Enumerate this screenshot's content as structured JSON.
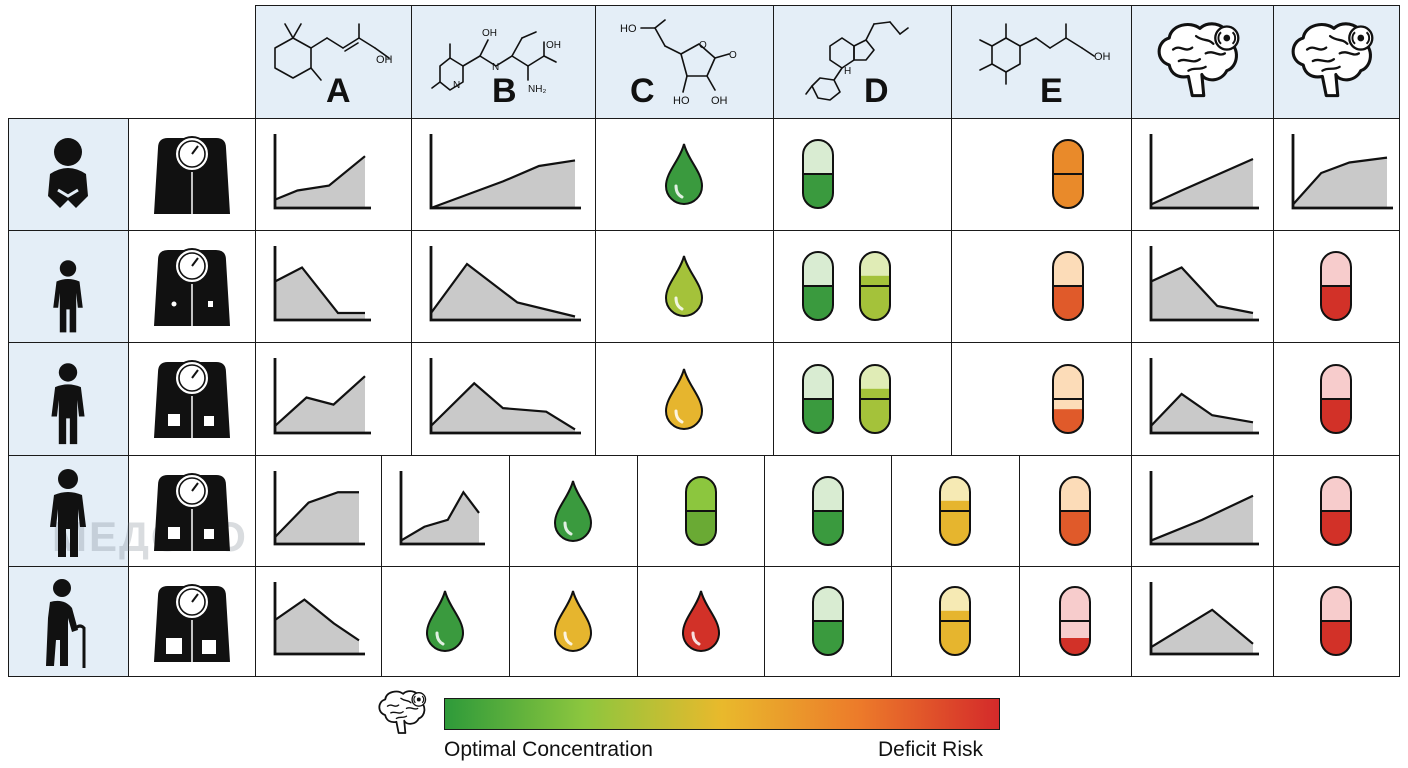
{
  "columns": [
    {
      "key": "A",
      "label": "A",
      "molecule": "retinol-structure",
      "atoms": [
        "OH"
      ]
    },
    {
      "key": "B",
      "label": "B",
      "molecule": "vitamin-b-structure",
      "atoms": [
        "OH",
        "N",
        "OH",
        "N",
        "NH₂"
      ]
    },
    {
      "key": "C",
      "label": "C",
      "molecule": "ascorbic-acid-structure",
      "atoms": [
        "HO",
        "O",
        "O",
        "HO",
        "OH"
      ]
    },
    {
      "key": "D",
      "label": "D",
      "molecule": "vitamin-d-structure",
      "atoms": [
        "H"
      ]
    },
    {
      "key": "E",
      "label": "E",
      "molecule": "vitamin-e-structure",
      "atoms": [
        "OH"
      ]
    },
    {
      "key": "brain1",
      "label": "",
      "molecule": "brain-icon"
    },
    {
      "key": "brain2",
      "label": "",
      "molecule": "brain-icon"
    }
  ],
  "rows": [
    {
      "age": "infant-icon",
      "weight": "scale-icon"
    },
    {
      "age": "child-icon",
      "weight": "scale-small-weights-icon"
    },
    {
      "age": "teen-icon",
      "weight": "scale-weights-icon"
    },
    {
      "age": "adult-icon",
      "weight": "scale-weights-icon"
    },
    {
      "age": "elderly-icon",
      "weight": "scale-heavy-weights-icon"
    }
  ],
  "legend": {
    "icon": "brain-icon",
    "left_label": "Optimal Concentration",
    "right_label": "Deficit Risk",
    "gradient": [
      "#2e9a3a",
      "#8cc63e",
      "#e9b92c",
      "#ec7a2a",
      "#d42a2a"
    ]
  },
  "watermark": "МЕДОКО",
  "colors": {
    "header_bg": "#e4eef7",
    "grid_line": "#1a1a1a",
    "chart_fill": "#c9c9c9",
    "green": "#3a9a3e",
    "yellow_green": "#a4c23a",
    "yellow": "#e6b52e",
    "orange": "#e98a2a",
    "red": "#d23128",
    "light_green": "#d9ecd2",
    "light_orange": "#fcdcb8",
    "light_pink": "#f7cccc",
    "light_yellow": "#f6eab4"
  },
  "cells": [
    [
      {
        "type": "curve",
        "points": [
          [
            0,
            0.12
          ],
          [
            0.25,
            0.25
          ],
          [
            0.6,
            0.32
          ],
          [
            1,
            0.74
          ]
        ]
      },
      {
        "type": "curve",
        "points": [
          [
            0,
            0
          ],
          [
            0.5,
            0.38
          ],
          [
            0.75,
            0.6
          ],
          [
            1,
            0.68
          ]
        ]
      },
      {
        "type": "drop",
        "color": "#3a9a3e"
      },
      {
        "type": "capsule",
        "count": 1,
        "top": "#d9ecd2",
        "bottom": "#3a9a3e",
        "level": 0.5
      },
      {
        "type": "capsule",
        "count": 1,
        "top": "#e98a2a",
        "bottom": "#e98a2a",
        "level": 0.3
      },
      {
        "type": "curve",
        "points": [
          [
            0,
            0.05
          ],
          [
            0.3,
            0.25
          ],
          [
            1,
            0.7
          ]
        ]
      },
      {
        "type": "curve",
        "points": [
          [
            0,
            0.05
          ],
          [
            0.3,
            0.5
          ],
          [
            0.6,
            0.65
          ],
          [
            1,
            0.72
          ]
        ]
      }
    ],
    [
      {
        "type": "curve",
        "points": [
          [
            0,
            0.55
          ],
          [
            0.3,
            0.75
          ],
          [
            0.7,
            0.1
          ],
          [
            1,
            0.1
          ]
        ]
      },
      {
        "type": "curve",
        "points": [
          [
            0,
            0.1
          ],
          [
            0.25,
            0.8
          ],
          [
            0.6,
            0.25
          ],
          [
            1,
            0.05
          ]
        ]
      },
      {
        "type": "drop",
        "color": "#a4c23a"
      },
      {
        "type": "capsule",
        "count": 2,
        "caps": [
          {
            "top": "#d9ecd2",
            "bottom": "#3a9a3e",
            "level": 0.5
          },
          {
            "top": "#e0ecb6",
            "bottom": "#a4c23a",
            "level": 0.35
          }
        ]
      },
      {
        "type": "capsule",
        "count": 1,
        "top": "#fcdcb8",
        "bottom": "#e05a2a",
        "level": 0.5
      },
      {
        "type": "curve",
        "points": [
          [
            0,
            0.55
          ],
          [
            0.3,
            0.75
          ],
          [
            0.65,
            0.2
          ],
          [
            1,
            0.1
          ]
        ]
      },
      {
        "type": "capsule",
        "count": 1,
        "top": "#f7cccc",
        "bottom": "#d23128",
        "level": 0.5
      }
    ],
    [
      {
        "type": "curve",
        "points": [
          [
            0,
            0.1
          ],
          [
            0.35,
            0.5
          ],
          [
            0.65,
            0.4
          ],
          [
            1,
            0.8
          ]
        ]
      },
      {
        "type": "curve",
        "points": [
          [
            0,
            0.1
          ],
          [
            0.3,
            0.7
          ],
          [
            0.5,
            0.35
          ],
          [
            0.8,
            0.3
          ],
          [
            1,
            0.05
          ]
        ]
      },
      {
        "type": "drop",
        "color": "#e6b52e"
      },
      {
        "type": "capsule",
        "count": 2,
        "caps": [
          {
            "top": "#d9ecd2",
            "bottom": "#3a9a3e",
            "level": 0.5
          },
          {
            "top": "#e0ecb6",
            "bottom": "#a4c23a",
            "level": 0.35
          }
        ]
      },
      {
        "type": "capsule",
        "count": 1,
        "top": "#fcdcb8",
        "bottom": "#e05a2a",
        "level": 0.65
      },
      {
        "type": "curve",
        "points": [
          [
            0,
            0.1
          ],
          [
            0.3,
            0.55
          ],
          [
            0.6,
            0.25
          ],
          [
            1,
            0.15
          ]
        ]
      },
      {
        "type": "capsule",
        "count": 1,
        "top": "#f7cccc",
        "bottom": "#d23128",
        "level": 0.5
      }
    ]
  ],
  "row4": [
    {
      "type": "curve",
      "points": [
        [
          0,
          0.1
        ],
        [
          0.4,
          0.6
        ],
        [
          0.75,
          0.75
        ],
        [
          1,
          0.75
        ]
      ]
    },
    {
      "type": "curve",
      "points": [
        [
          0,
          0.05
        ],
        [
          0.3,
          0.25
        ],
        [
          0.6,
          0.35
        ],
        [
          0.8,
          0.75
        ],
        [
          1,
          0.45
        ]
      ]
    },
    {
      "type": "drop",
      "color": "#3a9a3e"
    },
    {
      "type": "capsule",
      "count": 1,
      "top": "#8cc63e",
      "bottom": "#6aaa34",
      "level": 0.5
    },
    {
      "type": "capsule",
      "count": 1,
      "top": "#d9ecd2",
      "bottom": "#3a9a3e",
      "level": 0.5
    },
    {
      "type": "capsule",
      "count": 1,
      "top": "#f6eab4",
      "bottom": "#e6b52e",
      "level": 0.35
    },
    {
      "type": "capsule",
      "count": 1,
      "top": "#fcdcb8",
      "bottom": "#e05a2a",
      "level": 0.5
    },
    {
      "type": "curve",
      "points": [
        [
          0,
          0.05
        ],
        [
          0.5,
          0.35
        ],
        [
          1,
          0.7
        ]
      ]
    },
    {
      "type": "capsule",
      "count": 1,
      "top": "#f7cccc",
      "bottom": "#d23128",
      "level": 0.5
    }
  ],
  "row5": [
    {
      "type": "curve",
      "points": [
        [
          0,
          0.5
        ],
        [
          0.35,
          0.8
        ],
        [
          0.7,
          0.45
        ],
        [
          1,
          0.2
        ]
      ]
    },
    {
      "type": "drop",
      "color": "#3a9a3e"
    },
    {
      "type": "drop",
      "color": "#e6b52e"
    },
    {
      "type": "drop",
      "color": "#d23128"
    },
    {
      "type": "capsule",
      "count": 1,
      "top": "#d9ecd2",
      "bottom": "#3a9a3e",
      "level": 0.5
    },
    {
      "type": "capsule",
      "count": 1,
      "top": "#f6eab4",
      "bottom": "#e6b52e",
      "level": 0.35
    },
    {
      "type": "capsule",
      "count": 1,
      "top": "#f7cccc",
      "bottom": "#d23128",
      "level": 0.75
    },
    {
      "type": "curve",
      "points": [
        [
          0,
          0.1
        ],
        [
          0.6,
          0.65
        ],
        [
          1,
          0.15
        ]
      ]
    },
    {
      "type": "capsule",
      "count": 1,
      "top": "#f7cccc",
      "bottom": "#d23128",
      "level": 0.5
    }
  ]
}
